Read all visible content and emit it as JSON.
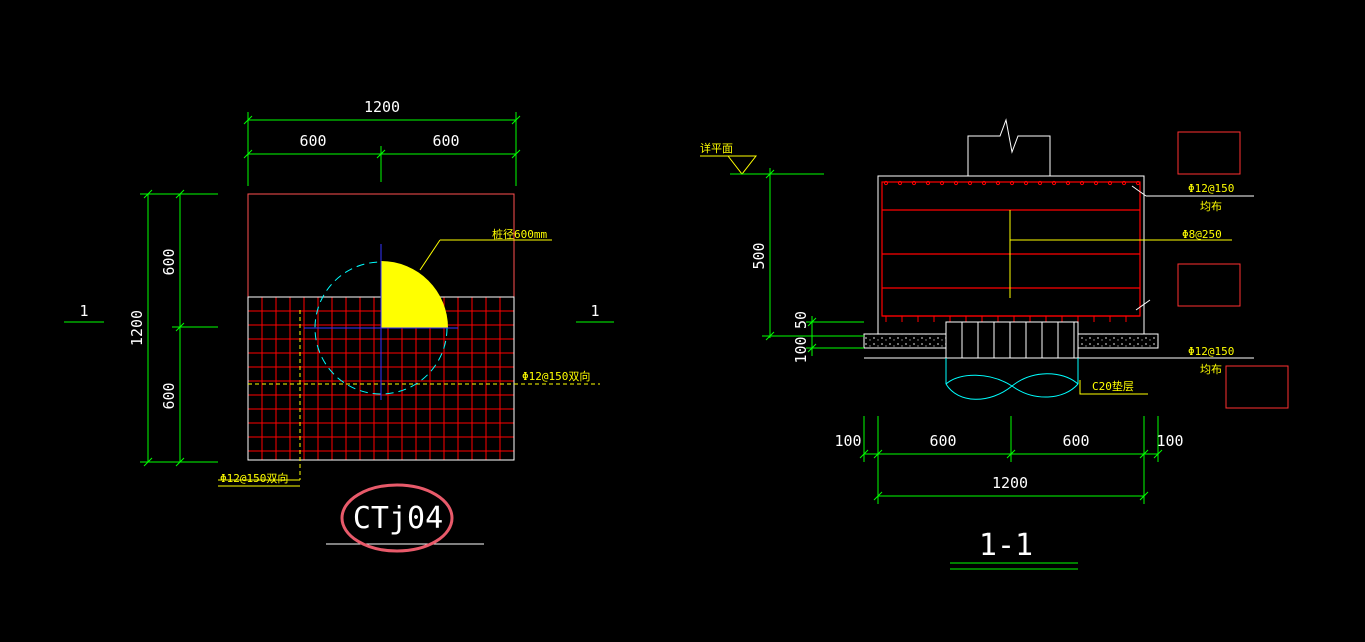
{
  "colors": {
    "background": "#000000",
    "dimension": "#00ff00",
    "rebar": "#ff0000",
    "outline": "#ff5050",
    "annotation": "#ffff00",
    "pile": "#00ffff",
    "centerline": "#3333ff",
    "text": "#ffffff",
    "highlight": "#e85a6a"
  },
  "plan": {
    "dim_top_total": "1200",
    "dim_top_left": "600",
    "dim_top_right": "600",
    "dim_left_total": "1200",
    "dim_left_top": "600",
    "dim_left_bottom": "600",
    "pile_label": "桩径600mm",
    "rebar_right": "Φ12@150双向",
    "rebar_bottom": "Φ12@150双向",
    "section_mark_left": "1",
    "section_mark_right": "1",
    "cap_name": "CTj04"
  },
  "section": {
    "level_mark": "详平面",
    "dim_height": "500",
    "dim_50": "50",
    "dim_100": "100",
    "rebar_top": "Φ12@150",
    "rebar_top_sub": "均布",
    "rebar_stirrup": "Φ8@250",
    "rebar_bottom": "Φ12@150",
    "rebar_bottom_sub": "均布",
    "cushion": "C20垫层",
    "dim_bottom_left_edge": "100",
    "dim_bottom_left": "600",
    "dim_bottom_right": "600",
    "dim_bottom_right_edge": "100",
    "dim_bottom_total": "1200",
    "title": "1-1"
  }
}
